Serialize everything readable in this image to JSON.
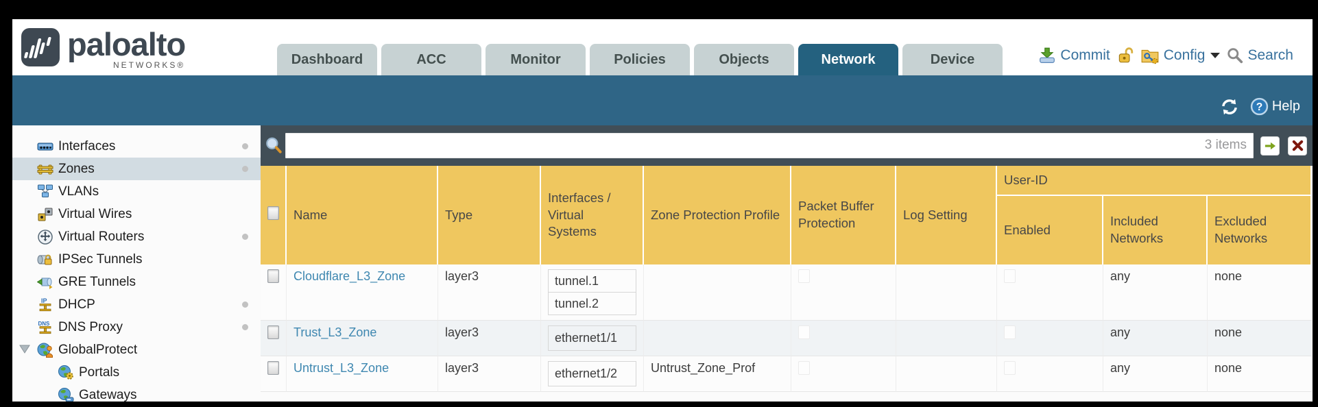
{
  "brand": {
    "name": "paloalto",
    "sub": "NETWORKS®"
  },
  "tabs": [
    {
      "label": "Dashboard",
      "active": false
    },
    {
      "label": "ACC",
      "active": false
    },
    {
      "label": "Monitor",
      "active": false
    },
    {
      "label": "Policies",
      "active": false
    },
    {
      "label": "Objects",
      "active": false
    },
    {
      "label": "Network",
      "active": true
    },
    {
      "label": "Device",
      "active": false
    }
  ],
  "utilities": {
    "commit": "Commit",
    "config": "Config",
    "search": "Search"
  },
  "banner": {
    "help": "Help"
  },
  "sidebar": {
    "items": [
      {
        "label": "Interfaces",
        "icon": "interfaces-icon",
        "dot": true,
        "selected": false
      },
      {
        "label": "Zones",
        "icon": "zones-icon",
        "dot": true,
        "selected": true
      },
      {
        "label": "VLANs",
        "icon": "vlans-icon",
        "dot": false,
        "selected": false
      },
      {
        "label": "Virtual Wires",
        "icon": "virtual-wires-icon",
        "dot": false,
        "selected": false
      },
      {
        "label": "Virtual Routers",
        "icon": "virtual-routers-icon",
        "dot": true,
        "selected": false
      },
      {
        "label": "IPSec Tunnels",
        "icon": "ipsec-tunnels-icon",
        "dot": false,
        "selected": false
      },
      {
        "label": "GRE Tunnels",
        "icon": "gre-tunnels-icon",
        "dot": false,
        "selected": false
      },
      {
        "label": "DHCP",
        "icon": "dhcp-icon",
        "dot": true,
        "selected": false
      },
      {
        "label": "DNS Proxy",
        "icon": "dns-proxy-icon",
        "dot": true,
        "selected": false
      },
      {
        "label": "GlobalProtect",
        "icon": "globalprotect-icon",
        "dot": false,
        "selected": false,
        "expanded": true
      },
      {
        "label": "Portals",
        "icon": "portals-icon",
        "dot": false,
        "selected": false,
        "indent": 1
      },
      {
        "label": "Gateways",
        "icon": "gateways-icon",
        "dot": false,
        "selected": false,
        "indent": 1
      }
    ]
  },
  "filter": {
    "value": "",
    "count": "3 items"
  },
  "table": {
    "group_header": "User-ID",
    "columns": {
      "name": "Name",
      "type": "Type",
      "interfaces": "Interfaces / Virtual Systems",
      "zpp": "Zone Protection Profile",
      "pbp": "Packet Buffer Protection",
      "log": "Log Setting",
      "enabled": "Enabled",
      "included": "Included Networks",
      "excluded": "Excluded Networks"
    },
    "rows": [
      {
        "name": "Cloudflare_L3_Zone",
        "type": "layer3",
        "interfaces": [
          "tunnel.1",
          "tunnel.2"
        ],
        "zpp": "",
        "pbp_checked": false,
        "log": "",
        "enabled_checked": false,
        "included": "any",
        "excluded": "none"
      },
      {
        "name": "Trust_L3_Zone",
        "type": "layer3",
        "interfaces": [
          "ethernet1/1"
        ],
        "zpp": "",
        "pbp_checked": false,
        "log": "",
        "enabled_checked": false,
        "included": "any",
        "excluded": "none"
      },
      {
        "name": "Untrust_L3_Zone",
        "type": "layer3",
        "interfaces": [
          "ethernet1/2"
        ],
        "zpp": "Untrust_Zone_Prof",
        "pbp_checked": false,
        "log": "",
        "enabled_checked": false,
        "included": "any",
        "excluded": "none"
      }
    ]
  },
  "colors": {
    "accent_teal": "#2F6586",
    "active_tab": "#24617F",
    "header_orange": "#EFC75F",
    "group_orange": "#E3AC3F",
    "toolbar_slate": "#414E57",
    "link_blue": "#3E87B0",
    "selected_row": "#D2DCE2"
  }
}
